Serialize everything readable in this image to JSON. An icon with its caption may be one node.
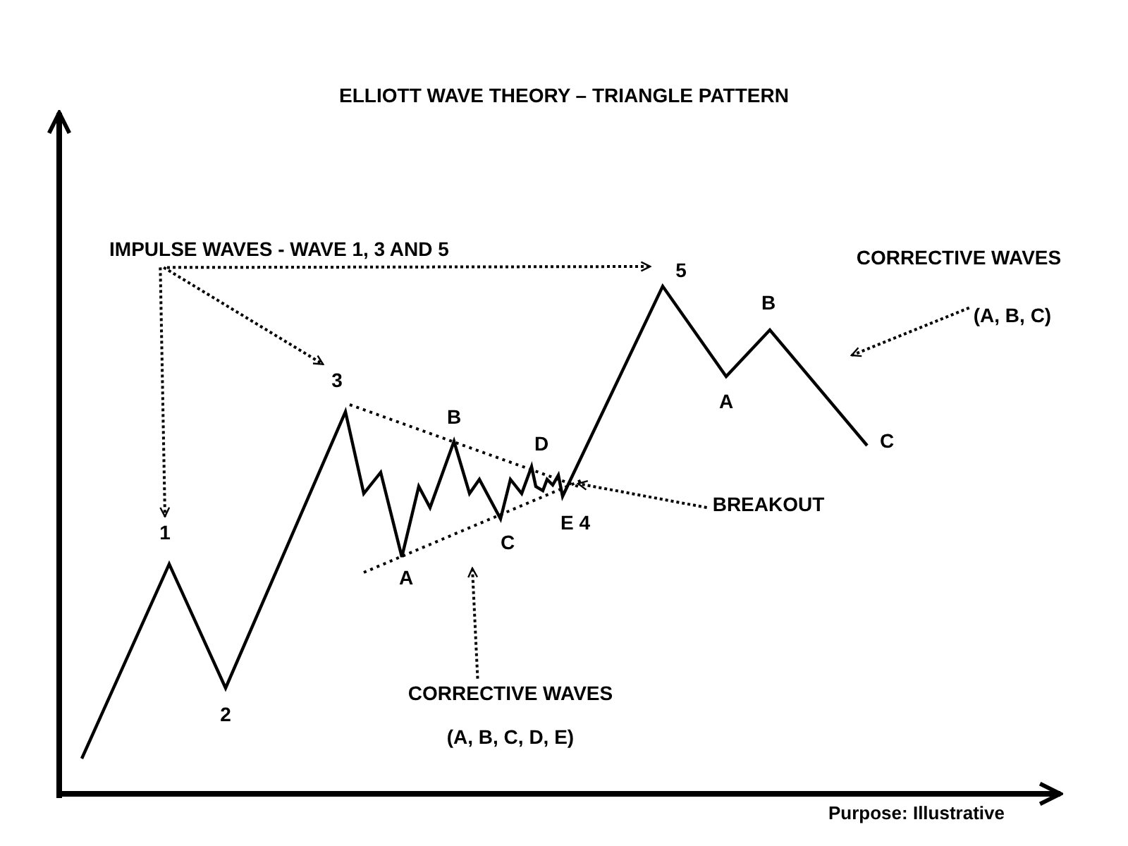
{
  "diagram": {
    "title": "ELLIOTT WAVE THEORY – TRIANGLE PATTERN",
    "nodes": [
      {
        "text": [
          "IMPULSE WAVES - WAVE 1, 3 AND 5"
        ]
      },
      {
        "text": [
          "1"
        ]
      },
      {
        "text": [
          "3"
        ]
      },
      {
        "text": [
          "5"
        ]
      },
      {
        "text": [
          "CORRECTIVE WAVES",
          "(A, B, C)"
        ]
      },
      {
        "text": [
          "BREAKOUT"
        ]
      },
      {
        "text": [
          "CORRECTIVE WAVES",
          "(A, B, C, D, E)"
        ]
      }
    ],
    "edges": [
      {
        "from": 0,
        "to": 1,
        "arrow": "to",
        "style": "dashed"
      },
      {
        "from": 0,
        "to": 2,
        "arrow": "to",
        "style": "dashed"
      },
      {
        "from": 0,
        "to": 3,
        "arrow": "to",
        "style": "dashed"
      },
      {
        "from": 4,
        "to": null,
        "arrow": "to",
        "style": "dashed"
      },
      {
        "from": 5,
        "to": null,
        "arrow": "to",
        "style": "dashed"
      },
      {
        "from": 6,
        "to": null,
        "arrow": "to",
        "style": "dashed"
      }
    ],
    "labels": [
      "B",
      "A",
      "B",
      "C",
      "D",
      "E 4",
      "C",
      "A",
      "2",
      "Purpose: Illustrative"
    ]
  }
}
